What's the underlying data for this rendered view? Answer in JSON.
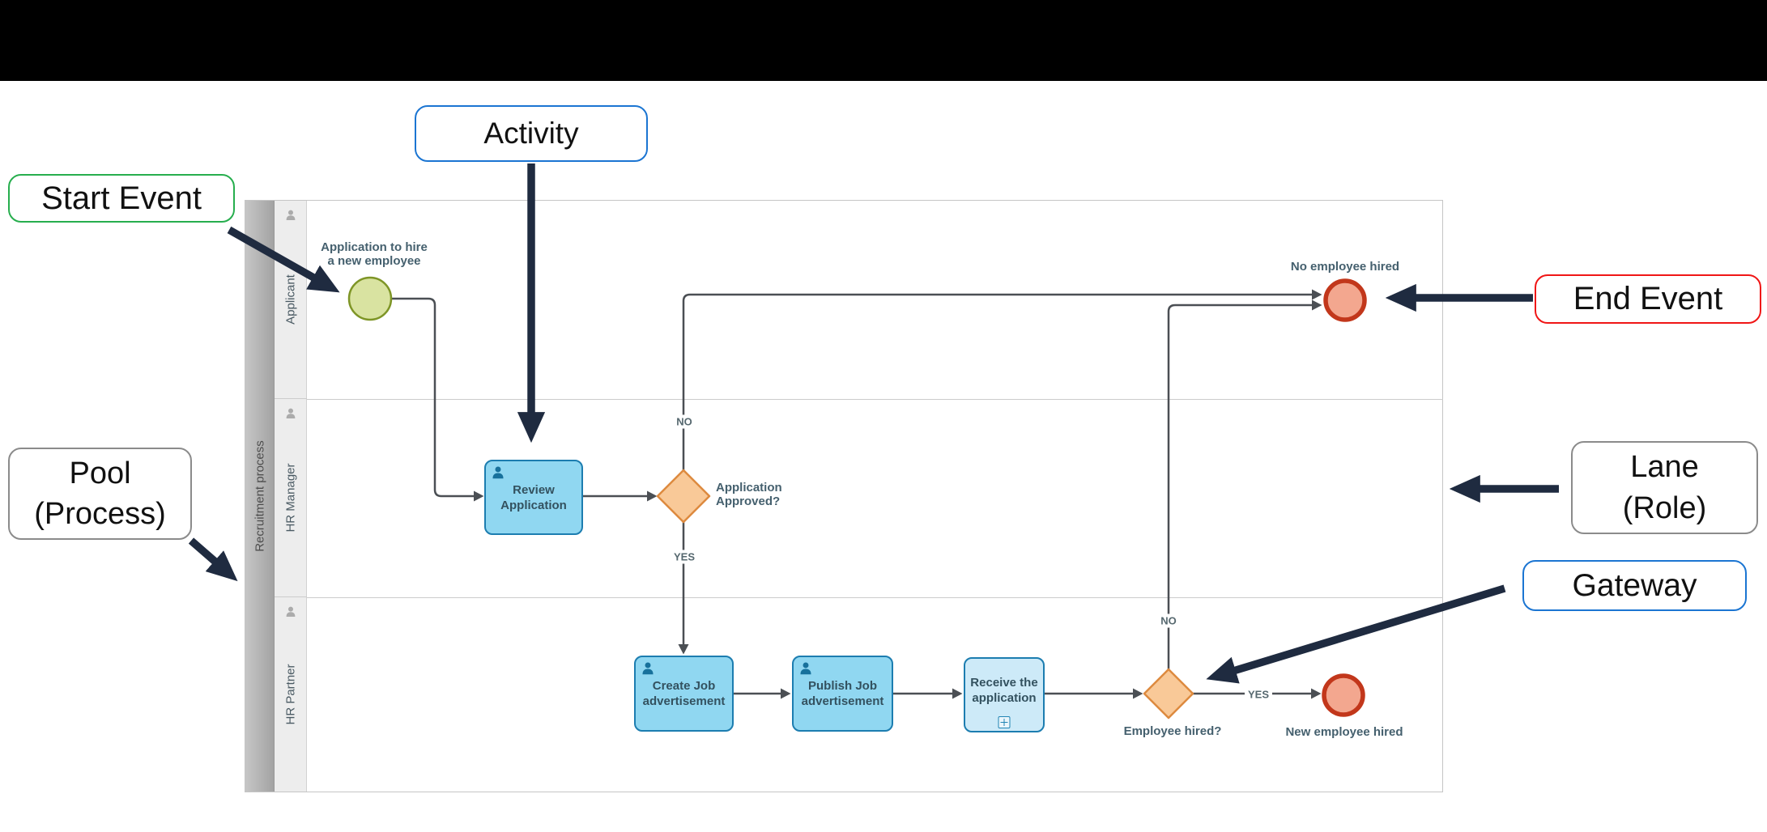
{
  "slide": {
    "callouts": {
      "activity": {
        "label": "Activity"
      },
      "start_event": {
        "label": "Start Event"
      },
      "pool": {
        "line1": "Pool",
        "line2": "(Process)"
      },
      "end_event": {
        "label": "End Event"
      },
      "lane": {
        "line1": "Lane",
        "line2": "(Role)"
      },
      "gateway": {
        "label": "Gateway"
      }
    }
  },
  "pool": {
    "name": "Recruitment process",
    "lanes": [
      {
        "name": "Applicant"
      },
      {
        "name": "HR Manager"
      },
      {
        "name": "HR Partner"
      }
    ]
  },
  "process": {
    "start_event": {
      "label_line1": "Application to hire",
      "label_line2": "a new employee"
    },
    "tasks": [
      {
        "id": "review",
        "line1": "Review",
        "line2": "Application"
      },
      {
        "id": "create",
        "line1": "Create Job",
        "line2": "advertisement"
      },
      {
        "id": "publish",
        "line1": "Publish Job",
        "line2": "advertisement"
      },
      {
        "id": "receive",
        "line1": "Receive the",
        "line2": "application",
        "subprocess": true
      }
    ],
    "gateways": [
      {
        "id": "application-approved",
        "label_line1": "Application",
        "label_line2": "Approved?"
      },
      {
        "id": "employee-hired",
        "label": "Employee hired?"
      }
    ],
    "end_events": [
      {
        "id": "no-employee-hired",
        "label": "No employee hired"
      },
      {
        "id": "new-employee-hired",
        "label": "New employee hired"
      }
    ],
    "flow_labels": {
      "g1_no": "NO",
      "g1_yes": "YES",
      "g2_no": "NO",
      "g2_yes": "YES"
    }
  },
  "colors": {
    "top_bar": "#000000",
    "annotation_arrow": "#1f2b40",
    "flow": "#4b4f54",
    "activity_fill": "#90d7f1",
    "activity_border": "#1c7db0",
    "subprocess_fill": "#cdeaf8",
    "gateway_fill": "#f9c998",
    "gateway_border": "#dd8a3f",
    "start_fill": "#d9e3a1",
    "start_border": "#7e9526",
    "end_fill": "#f3a78f",
    "end_border": "#c2371b",
    "pool_header_fill": "#b9b9b9",
    "lane_header_fill": "#ededed",
    "lane_border": "#cccccc",
    "label_text": "#45606e",
    "callout_blue": "#1b75d2",
    "callout_green": "#27ae4e",
    "callout_red": "#f01616",
    "callout_gray": "#8b8b8b"
  }
}
